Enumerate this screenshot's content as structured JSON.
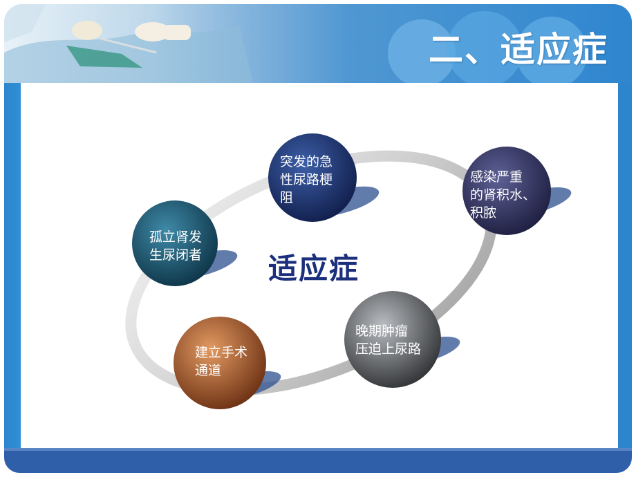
{
  "slide": {
    "title": "二、适应症",
    "center_label": "适应症"
  },
  "nodes": {
    "top": {
      "line1": "突发的急",
      "line2": "性尿路梗",
      "line3": "阻"
    },
    "top_right": {
      "line1": "感染严重",
      "line2": "的肾积水、",
      "line3": "积脓"
    },
    "left": {
      "line1": "孤立肾发",
      "line2": "生尿闭者"
    },
    "bottom_left": {
      "line1": "建立手术",
      "line2": "通道"
    },
    "bottom_right": {
      "line1": "晚期肿瘤",
      "line2": "压迫上尿路"
    }
  },
  "colors": {
    "header_blue": "#2f86cf",
    "footer_blue": "#2f5fa8",
    "center_text": "#1c2f7c",
    "node_top": "#1f3a7a",
    "node_top_right": "#3a3d6e",
    "node_left": "#1e5c76",
    "node_bottom_left": "#b06030",
    "node_bottom_right": "#6a6d72"
  }
}
